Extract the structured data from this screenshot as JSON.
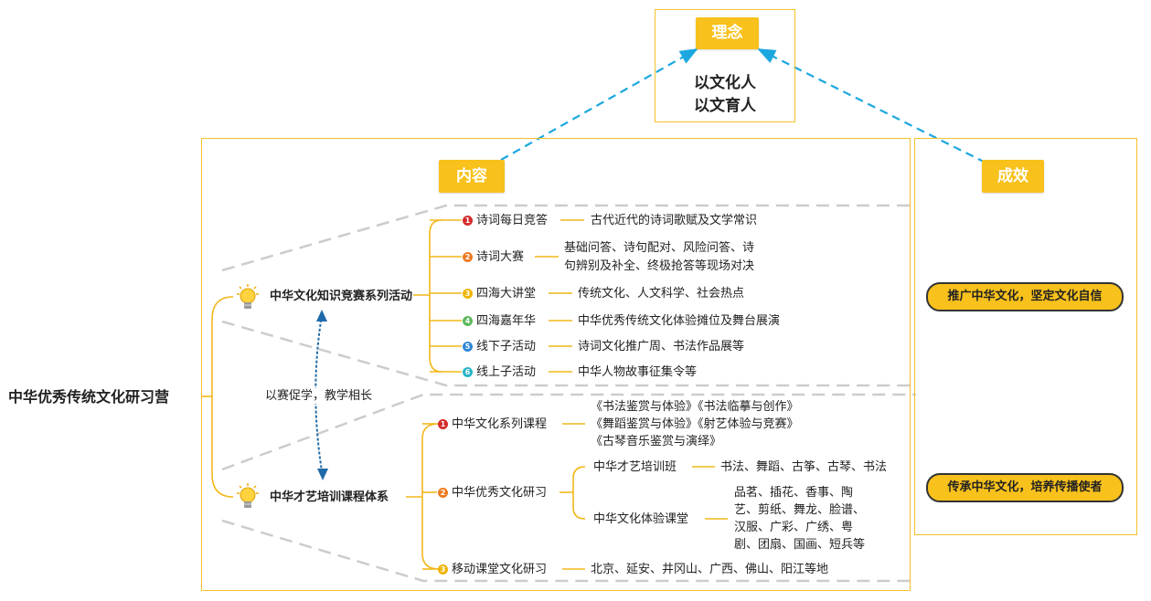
{
  "root": "中华优秀传统文化研习营",
  "concept": {
    "tag": "理念",
    "line1": "以文化人",
    "line2": "以文育人"
  },
  "content_tag": "内容",
  "results": {
    "tag": "成效",
    "items": [
      "推广中华文化，坚定文化自信",
      "传承中华文化，培养传播使者"
    ]
  },
  "relation_label": "以赛促学，教学相长",
  "branch1": {
    "title": "中华文化知识竞赛系列活动",
    "items": [
      {
        "num": "1",
        "label": "诗词每日竞答",
        "desc": [
          "古代近代的诗词歌赋及文学常识"
        ]
      },
      {
        "num": "2",
        "label": "诗词大赛",
        "desc": [
          "基础问答、诗句配对、风险问答、诗",
          "句辨别及补全、终极抢答等现场对决"
        ]
      },
      {
        "num": "3",
        "label": "四海大讲堂",
        "desc": [
          "传统文化、人文科学、社会热点"
        ]
      },
      {
        "num": "4",
        "label": "四海嘉年华",
        "desc": [
          "中华优秀传统文化体验摊位及舞台展演"
        ]
      },
      {
        "num": "5",
        "label": "线下子活动",
        "desc": [
          "诗词文化推广周、书法作品展等"
        ]
      },
      {
        "num": "6",
        "label": "线上子活动",
        "desc": [
          "中华人物故事征集令等"
        ]
      }
    ]
  },
  "branch2": {
    "title": "中华才艺培训课程体系",
    "items": [
      {
        "num": "1",
        "label": "中华文化系列课程",
        "desc": [
          "《书法鉴赏与体验》《书法临摹与创作》",
          "《舞蹈鉴赏与体验》《射艺体验与竞赛》",
          "《古琴音乐鉴赏与演绎》"
        ]
      },
      {
        "num": "2",
        "label": "中华优秀文化研习",
        "sub": [
          {
            "label": "中华才艺培训班",
            "desc": [
              "书法、舞蹈、古筝、古琴、书法"
            ]
          },
          {
            "label": "中华文化体验课堂",
            "desc": [
              "品茗、插花、香事、陶",
              "艺、剪纸、舞龙、脸谱、",
              "汉服、广彩、广绣、粤",
              "剧、团扇、国画、短兵等"
            ]
          }
        ]
      },
      {
        "num": "3",
        "label": "移动课堂文化研习",
        "desc": [
          "北京、延安、井冈山、广西、佛山、阳江等地"
        ]
      }
    ]
  },
  "colors": {
    "accent": "#f8c11b",
    "frame": "#f5c12a",
    "dashed_arrow": "#1ba8e0",
    "num1": "#d62b2b",
    "num2": "#ee7a22",
    "num3": "#f0b400",
    "num4": "#5cb85c",
    "num5": "#2d86d6",
    "num6": "#27b3c6"
  },
  "icons": [
    "lightbulb-icon",
    "lightbulb-icon"
  ]
}
